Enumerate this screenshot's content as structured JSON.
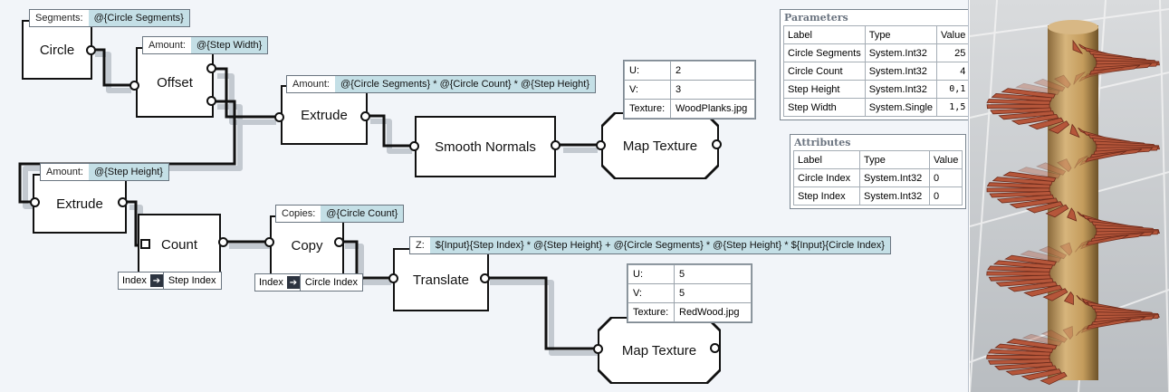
{
  "nodes": {
    "circle": "Circle",
    "offset": "Offset",
    "extrude1": "Extrude",
    "smooth_normals": "Smooth Normals",
    "map_texture1": "Map Texture",
    "extrude2": "Extrude",
    "count": "Count",
    "copy": "Copy",
    "translate": "Translate",
    "map_texture2": "Map Texture"
  },
  "params": {
    "circle_segments": {
      "label": "Segments:",
      "value": "@{Circle Segments}"
    },
    "offset_amount": {
      "label": "Amount:",
      "value": "@{Step Width}"
    },
    "extrude1_amount": {
      "label": "Amount:",
      "value": "@{Circle Segments} * @{Circle Count} * @{Step Height}"
    },
    "extrude2_amount": {
      "label": "Amount:",
      "value": "@{Step Height}"
    },
    "copy_copies": {
      "label": "Copies:",
      "value": "@{Circle Count}"
    },
    "translate_z": {
      "label": "Z:",
      "value": "${Input}{Step Index} * @{Step Height} + @{Circle Segments} * @{Step Height} * ${Input}{Circle Index}"
    }
  },
  "texture1": {
    "u_label": "U:",
    "u": "2",
    "v_label": "V:",
    "v": "3",
    "tex_label": "Texture:",
    "tex": "WoodPlanks.jpg"
  },
  "texture2": {
    "u_label": "U:",
    "u": "5",
    "v_label": "V:",
    "v": "5",
    "tex_label": "Texture:",
    "tex": "RedWood.jpg"
  },
  "count_index": {
    "a": "Index",
    "arrow": "➔",
    "b": "Step Index"
  },
  "copy_index": {
    "a": "Index",
    "arrow": "➔",
    "b": "Circle Index"
  },
  "parameters_panel": {
    "title": "Parameters",
    "headers": [
      "Label",
      "Type",
      "Value"
    ],
    "rows": [
      [
        "Circle Segments",
        "System.Int32",
        "25"
      ],
      [
        "Circle Count",
        "System.Int32",
        "4"
      ],
      [
        "Step Height",
        "System.Int32",
        "0,1"
      ],
      [
        "Step Width",
        "System.Single",
        "1,5"
      ]
    ]
  },
  "attributes_panel": {
    "title": "Attributes",
    "headers": [
      "Label",
      "Type",
      "Value"
    ],
    "rows": [
      [
        "Circle Index",
        "System.Int32",
        "0"
      ],
      [
        "Step Index",
        "System.Int32",
        "0"
      ]
    ]
  },
  "colors": {
    "canvas": "#f2f5f9",
    "param_value_bg": "#c4dfe6",
    "wire": "#111111",
    "wire_shadow": "#c3c9d0",
    "stair_wood": "#b5563a",
    "column": "#c9a46a"
  }
}
